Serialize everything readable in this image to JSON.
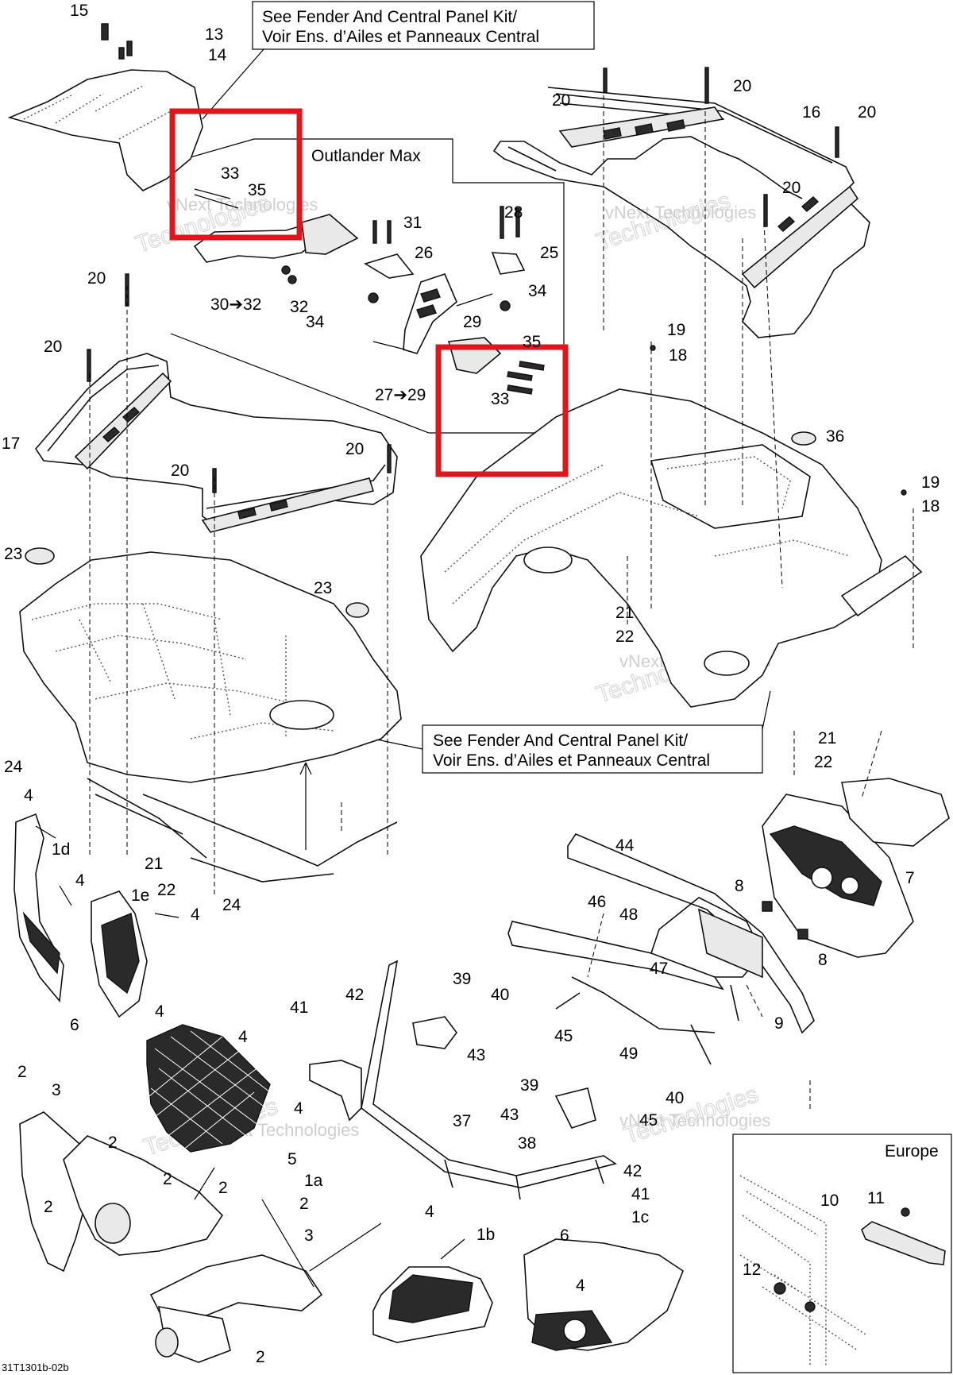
{
  "doc_code": "31T1301b-02b",
  "watermark": {
    "line1": "vNext Technologies",
    "line2": "vNext",
    "line3": "Technologies"
  },
  "notes": {
    "kit_top_line1": "See Fender And Central Panel Kit/",
    "kit_top_line2": "Voir Ens. d’Ailes et Panneaux Central",
    "kit_mid_line1": "See Fender And Central Panel Kit/",
    "kit_mid_line2": "Voir Ens. d’Ailes et Panneaux Central",
    "outlander": "Outlander Max",
    "europe": "Europe"
  },
  "colors": {
    "highlight": "#e0161d",
    "line": "#000000"
  },
  "labels": [
    "15",
    "13",
    "14",
    "20",
    "20",
    "16",
    "20",
    "20",
    "33",
    "35",
    "31",
    "28",
    "26",
    "25",
    "30➔32",
    "32",
    "34",
    "34",
    "29",
    "35",
    "33",
    "27➔29",
    "19",
    "18",
    "36",
    "20",
    "20",
    "17",
    "20",
    "20",
    "19",
    "18",
    "23",
    "23",
    "21",
    "22",
    "21",
    "22",
    "24",
    "4",
    "1d",
    "21",
    "22",
    "24",
    "4",
    "1e",
    "4",
    "6",
    "44",
    "8",
    "7",
    "46",
    "48",
    "47",
    "8",
    "9",
    "39",
    "42",
    "40",
    "41",
    "43",
    "45",
    "49",
    "4",
    "4",
    "4",
    "37",
    "39",
    "43",
    "38",
    "40",
    "45",
    "2",
    "3",
    "2",
    "5",
    "2",
    "2",
    "2",
    "1a",
    "2",
    "3",
    "4",
    "1b",
    "6",
    "4",
    "1c",
    "2",
    "42",
    "41",
    "10",
    "11",
    "12"
  ]
}
